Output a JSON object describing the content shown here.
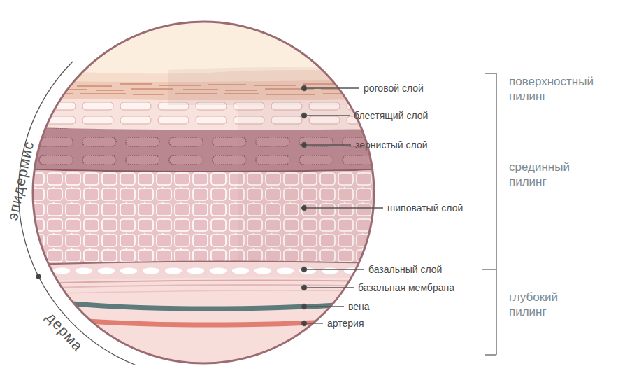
{
  "diagram": {
    "labels": [
      "роговой слой",
      "блестящий слой",
      "зернистый слой",
      "шиповатый слой",
      "базальный слой",
      "базальная мембрана",
      "вена",
      "артерия",
      "поверхностный пилинг",
      "срединный пилинг",
      "глубокий пилинг",
      "эпидермис",
      "дерма"
    ]
  }
}
